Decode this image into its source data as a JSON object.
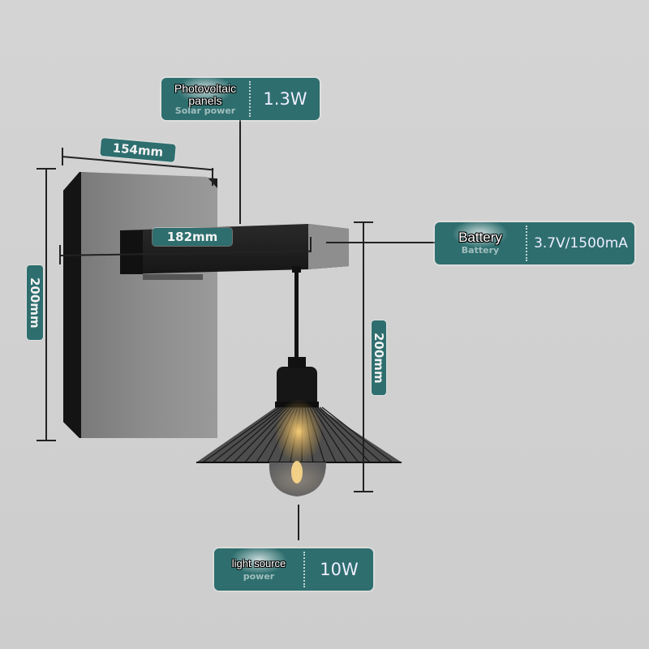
{
  "dimensions": {
    "backplate_width": "154mm",
    "backplate_height": "200mm",
    "arm_length": "182mm",
    "drop_height": "200mm"
  },
  "callouts": [
    {
      "label": "Photovoltaic panels",
      "ghost": "Solar power",
      "value": "1.3W"
    },
    {
      "label": "Battery",
      "ghost": "Battery",
      "value": "3.7V/1500mA"
    },
    {
      "label": "light source",
      "ghost": "power",
      "value": "10W"
    }
  ],
  "colors": {
    "tag_bg": "#2e6e6e",
    "background": "#d2d2d2",
    "fixture": "#1c1c1c"
  }
}
